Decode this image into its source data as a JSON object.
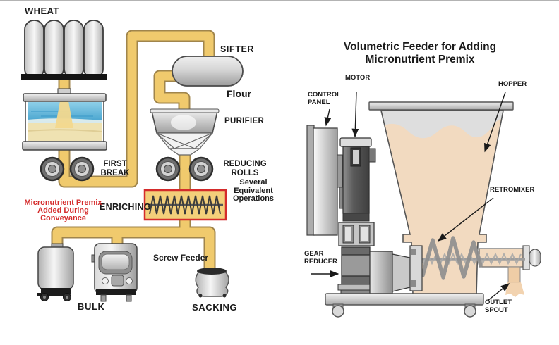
{
  "left": {
    "labels": {
      "wheat": "WHEAT",
      "sifter": "SIFTER",
      "flour": "Flour",
      "purifier": "PURIFIER",
      "first_break": "FIRST BREAK",
      "reducing_rolls": "REDUCING ROLLS",
      "several_operations": "Several Equivalent Operations",
      "enriching": "ENRICHING",
      "micronutrient_note": "Micronutrient Premix Added During Conveyance",
      "screw_feeder": "Screw Feeder",
      "bulk": "BULK",
      "sacking": "SACKING"
    }
  },
  "right": {
    "title": "Volumetric Feeder for Adding Micronutrient Premix",
    "labels": {
      "control_panel": "CONTROL PANEL",
      "motor": "MOTOR",
      "hopper": "HOPPER",
      "retromixer": "RETROMIXER",
      "gear_reducer": "GEAR REDUCER",
      "outlet_spout": "OUTLET SPOUT"
    }
  },
  "colors": {
    "pipe_fill": "#F0CA6D",
    "pipe_outline": "#A0854C",
    "accent_red": "#D42B2B",
    "powder": "#F2DAC0",
    "mixer_gray": "#8F8F8F",
    "sky_blue": "#5FB4D9"
  }
}
